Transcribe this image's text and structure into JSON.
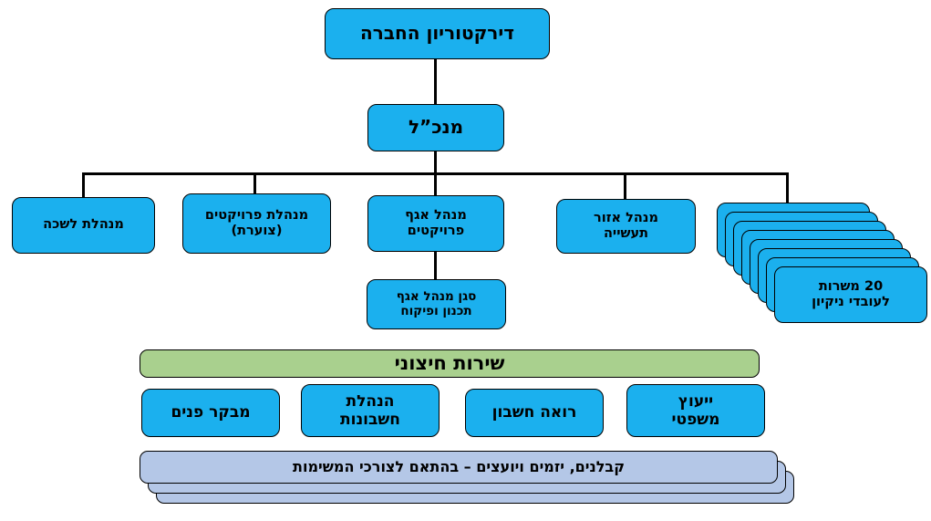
{
  "chart": {
    "title": "דירקטוריון החברה",
    "direction": "rtl",
    "colors": {
      "node_blue": "#1BB0EE",
      "node_green": "#A9D08E",
      "node_periwinkle": "#B4C7E7",
      "outline": "#000000",
      "background": "#FFFFFF",
      "text": "#000000"
    }
  },
  "nodes": {
    "board": {
      "label": "דירקטוריון החברה"
    },
    "ceo": {
      "label": "מנכ”ל"
    },
    "office_manager": {
      "label": "מנהלת לשכה"
    },
    "projects_manager": {
      "label": "מנהלת פרויקטים\n(צוערת)"
    },
    "projects_division_head": {
      "label": "מנהל אגף\nפרויקטים"
    },
    "deputy_planning": {
      "label": "סגן מנהל אגף\nתכנון ופיקוח"
    },
    "industrial_zone_manager": {
      "label": "מנהל אזור\nתעשייה"
    },
    "cleaning_positions": {
      "label": "20 משרות\nלעובדי ניקיון",
      "stack_layers": 8
    }
  },
  "external_service": {
    "header": "שירות חיצוני",
    "items": [
      {
        "label": "מבקר פנים"
      },
      {
        "label": "הנהלת\nחשבונות"
      },
      {
        "label": "רואה חשבון"
      },
      {
        "label": "ייעוץ\nמשפטי"
      }
    ]
  },
  "contractors": {
    "label": "קבלנים, יזמים ויועצים – בהתאם לצורכי המשימות",
    "stack_layers": 3
  }
}
